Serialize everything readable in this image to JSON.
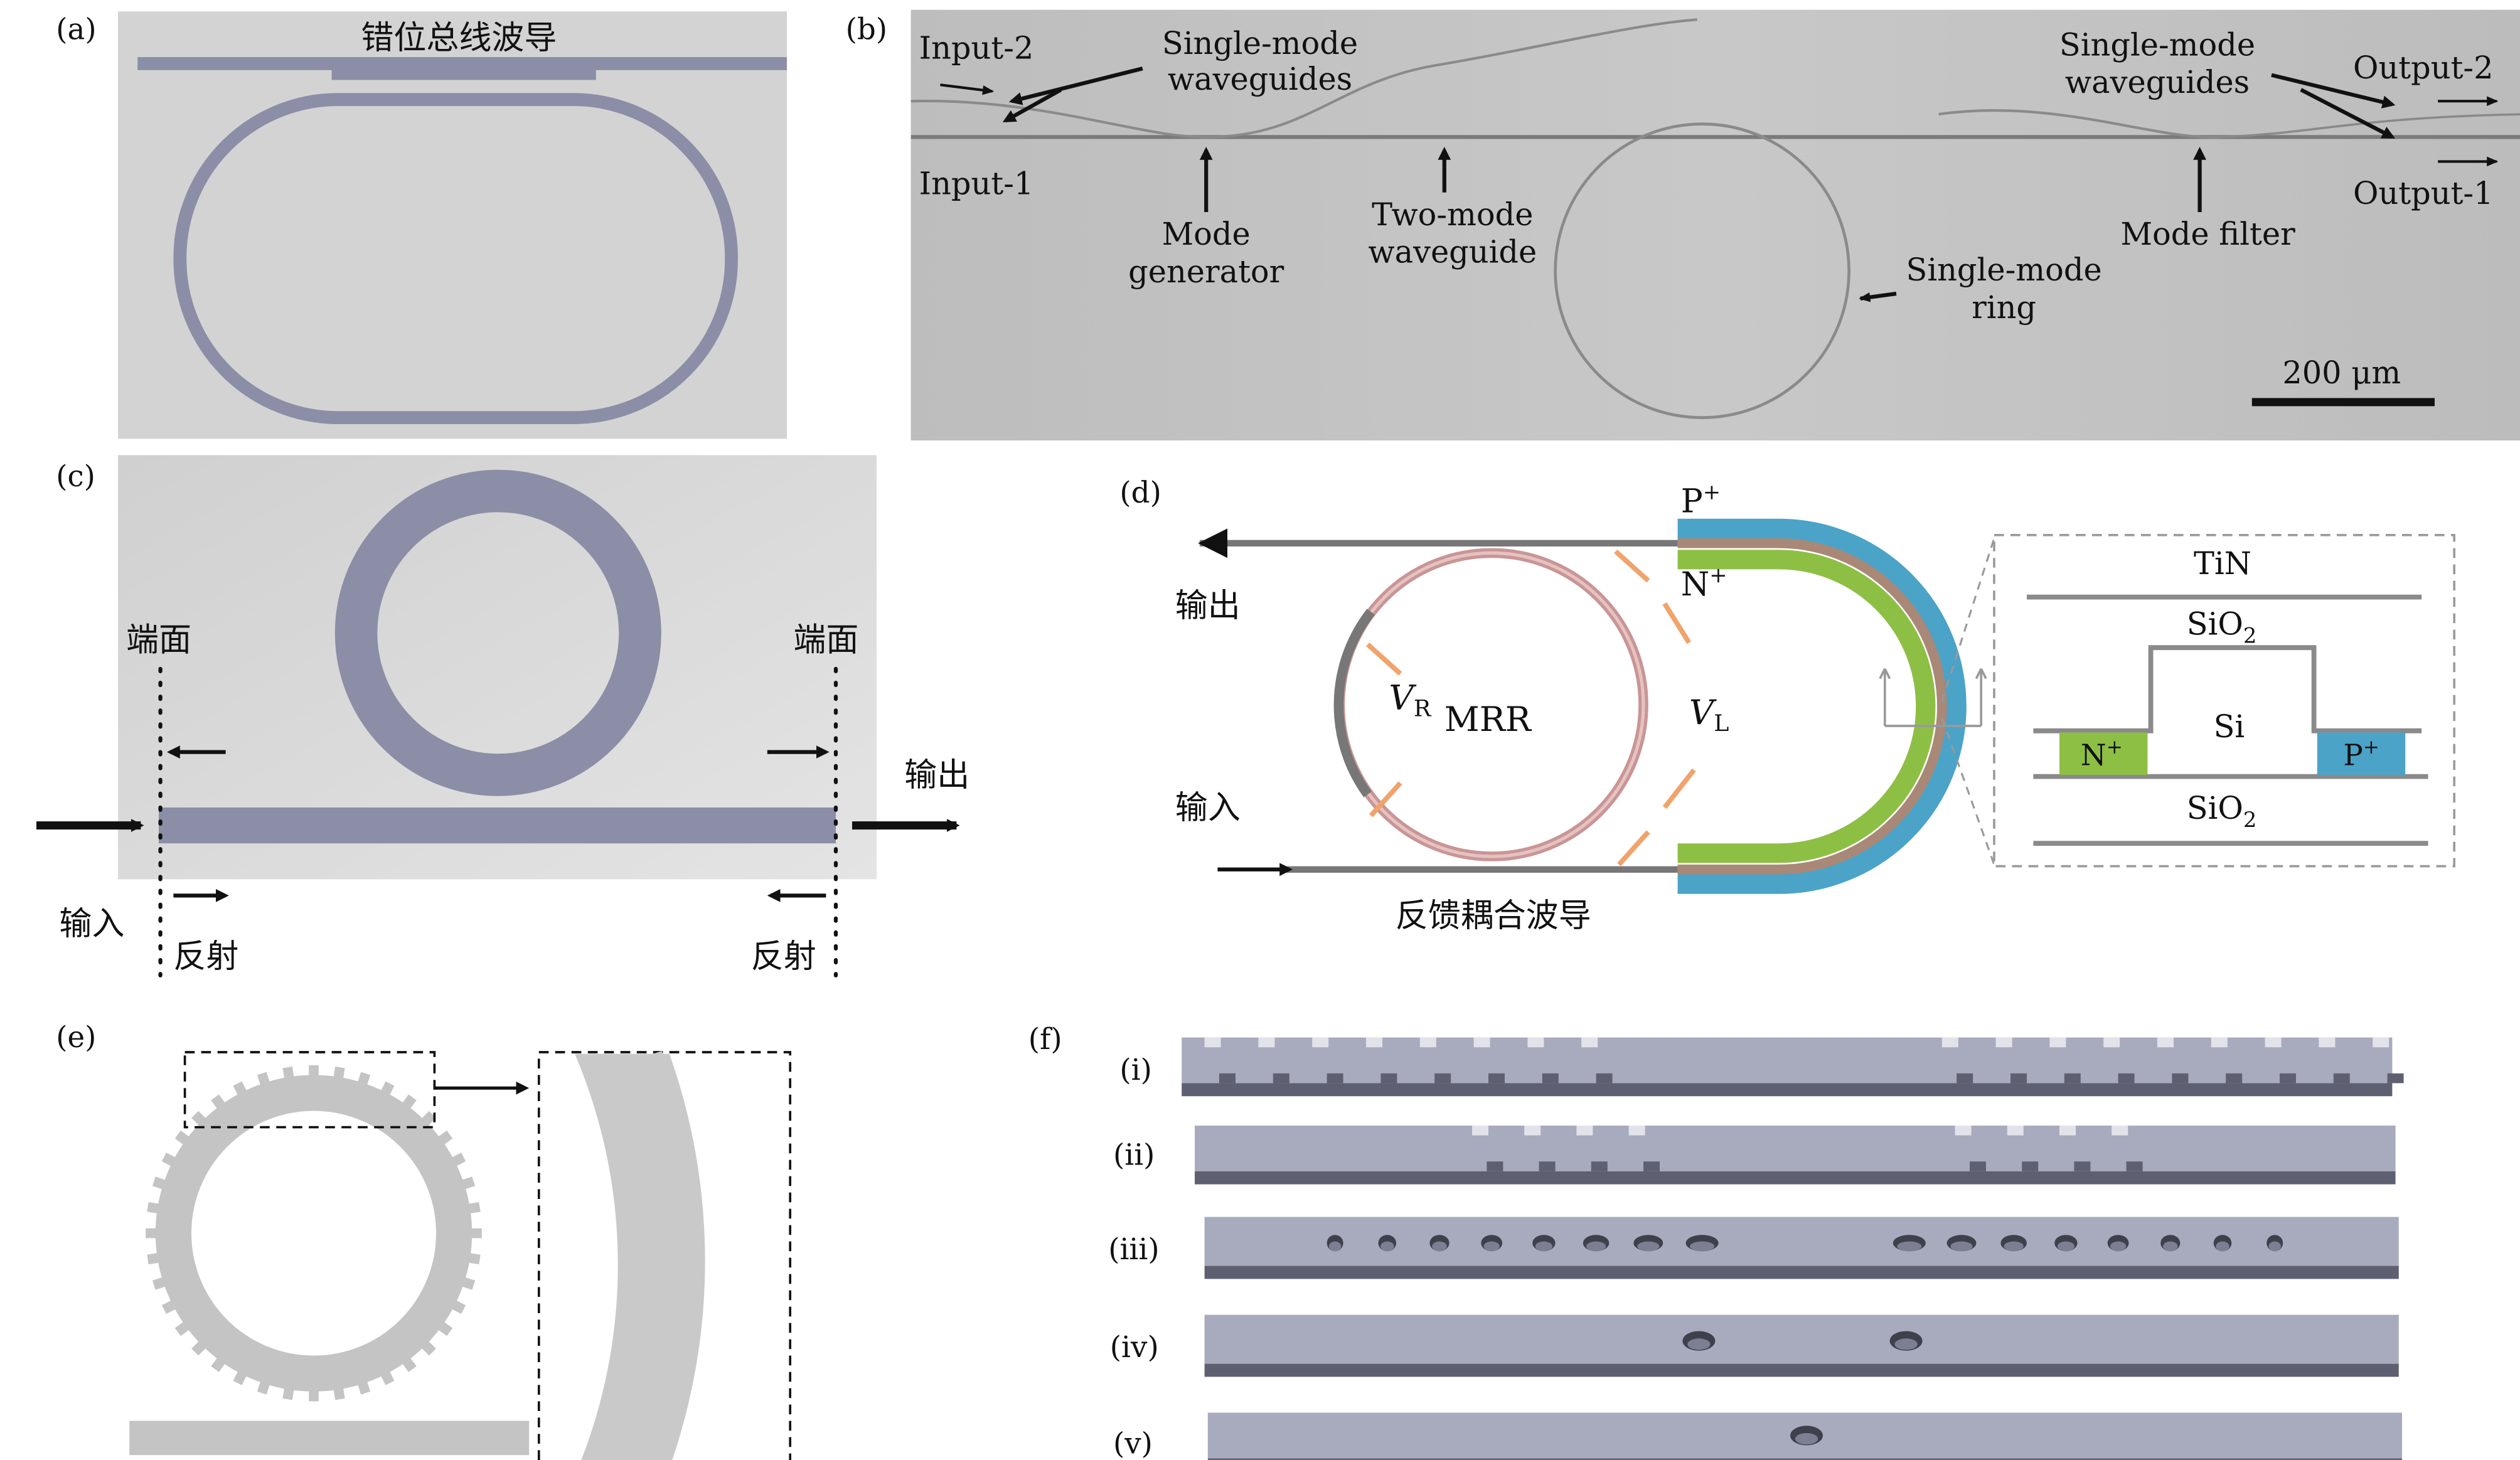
{
  "panels": {
    "a": {
      "label": "(a)",
      "title": "错位总线波导"
    },
    "b": {
      "label": "(b)",
      "input2": "Input-2",
      "input1": "Input-1",
      "single_mode_wg_left_1": "Single-mode",
      "single_mode_wg_left_2": "waveguides",
      "mode_gen_1": "Mode",
      "mode_gen_2": "generator",
      "two_mode_1": "Two-mode",
      "two_mode_2": "waveguide",
      "ring_1": "Single-mode",
      "ring_2": "ring",
      "single_mode_wg_right_1": "Single-mode",
      "single_mode_wg_right_2": "waveguides",
      "mode_filter": "Mode filter",
      "output2": "Output-2",
      "output1": "Output-1",
      "scale": "200 μm"
    },
    "c": {
      "label": "(c)",
      "facet_left": "端面",
      "facet_right": "端面",
      "output": "输出",
      "input": "输入",
      "reflect_left": "反射",
      "reflect_right": "反射"
    },
    "d": {
      "label": "(d)",
      "p_plus": "P",
      "n_plus": "N",
      "output": "输出",
      "input": "输入",
      "vr": "V",
      "vr_sub": "R",
      "mrr": "MRR",
      "vl": "V",
      "vl_sub": "L",
      "coupling": "反馈耦合波导",
      "inset": {
        "tin": "TiN",
        "sio2_top": "SiO",
        "si": "Si",
        "n_plus": "N",
        "p_plus": "P",
        "sio2_bottom": "SiO"
      }
    },
    "e": {
      "label": "(e)"
    },
    "f": {
      "label": "(f)",
      "rows": [
        "(i)",
        "(ii)",
        "(iii)",
        "(iv)",
        "(v)"
      ]
    }
  },
  "colors": {
    "waveguide_blue": "#8b8ea6",
    "panel_gray": "#d3d3d3",
    "p_plus_blue": "#4ba3c7",
    "n_plus_green": "#8ebf45",
    "ring_pink": "#c99595",
    "gray_device": "#c4c4c4"
  }
}
